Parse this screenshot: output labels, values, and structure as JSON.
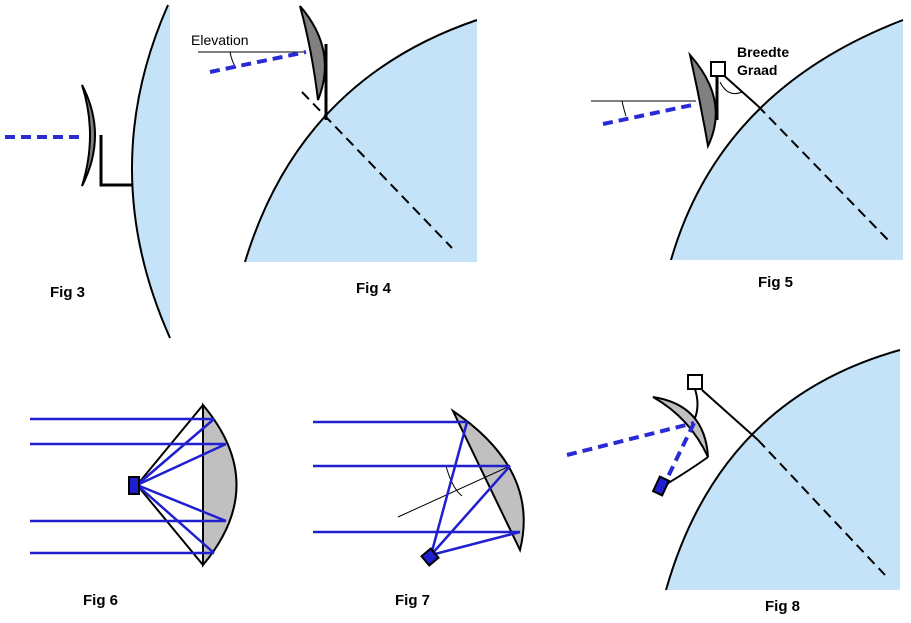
{
  "figures": {
    "fig3": {
      "label": "Fig 3"
    },
    "fig4": {
      "label": "Fig 4",
      "annotation": "Elevation"
    },
    "fig5": {
      "label": "Fig 5",
      "annotation_line1": "Breedte",
      "annotation_line2": "Graad"
    },
    "fig6": {
      "label": "Fig 6"
    },
    "fig7": {
      "label": "Fig 7"
    },
    "fig8": {
      "label": "Fig 8"
    }
  },
  "colors": {
    "earth": "#c5e3f8",
    "dish": "#808080",
    "dish_light": "#c0c0c0",
    "ray": "#1f1fd0",
    "signal": "#2b2bd6",
    "outline": "#000000"
  }
}
